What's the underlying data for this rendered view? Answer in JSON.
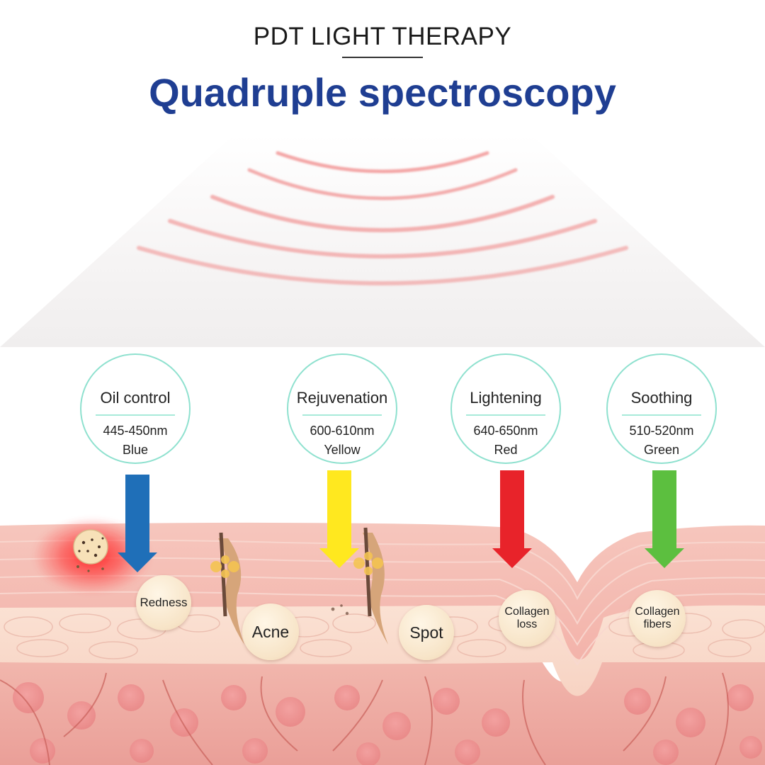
{
  "header": {
    "subtitle": "PDT LIGHT THERAPY",
    "title": "Quadruple spectroscopy"
  },
  "therapies": [
    {
      "effect": "Oil control",
      "wavelength": "445-450nm",
      "color_name": "Blue",
      "arrow_color": "#1f6fb8"
    },
    {
      "effect": "Rejuvenation",
      "wavelength": "600-610nm",
      "color_name": "Yellow",
      "arrow_color": "#ffe81f"
    },
    {
      "effect": "Lightening",
      "wavelength": "640-650nm",
      "color_name": "Red",
      "arrow_color": "#e8232a"
    },
    {
      "effect": "Soothing",
      "wavelength": "510-520nm",
      "color_name": "Green",
      "arrow_color": "#5cbf3f"
    }
  ],
  "skin_labels": {
    "redness": "Redness",
    "acne": "Acne",
    "spot": "Spot",
    "collagen_loss_line1": "Collagen",
    "collagen_loss_line2": "loss",
    "collagen_fibers_line1": "Collagen",
    "collagen_fibers_line2": "fibers"
  },
  "colors": {
    "title": "#1f3e92",
    "ring_border": "#8fe1cf",
    "light_waves": "#f08a8a",
    "skin": "#f2b8b0"
  }
}
